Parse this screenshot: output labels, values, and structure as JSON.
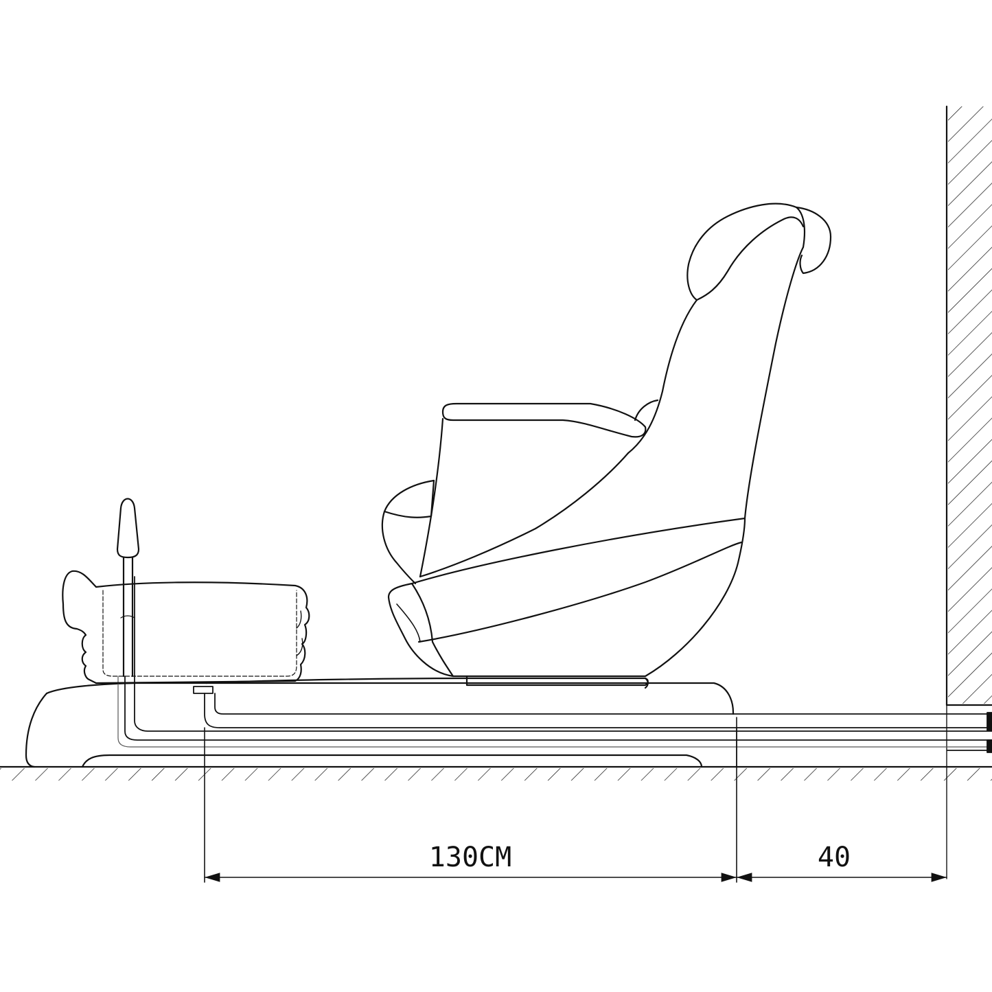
{
  "dimensions": {
    "main": {
      "label": "130CM"
    },
    "wall_clearance": {
      "label": "40"
    }
  },
  "drawing": {
    "line_color": "#111111",
    "background": "#ffffff",
    "components": [
      "floor",
      "wall",
      "pedicure-chair",
      "foot-basin",
      "faucet",
      "base-platform",
      "plumbing-pipes",
      "dimension-lines"
    ]
  }
}
